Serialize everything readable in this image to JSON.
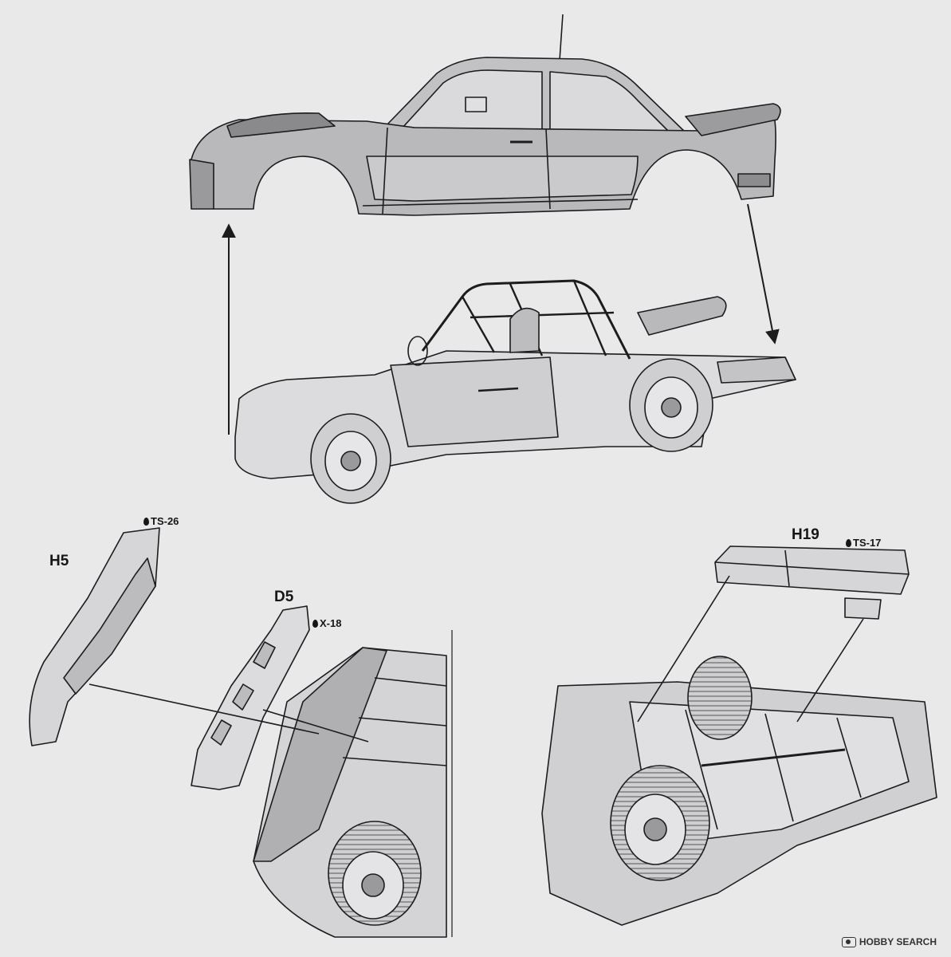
{
  "parts": [
    {
      "id": "h5",
      "label": "H5"
    },
    {
      "id": "d5",
      "label": "D5"
    },
    {
      "id": "h19",
      "label": "H19"
    }
  ],
  "paints": [
    {
      "id": "ts26",
      "label": "TS-26"
    },
    {
      "id": "x18",
      "label": "X-18"
    },
    {
      "id": "ts17",
      "label": "TS-17"
    }
  ],
  "watermark": {
    "text": "HOBBY SEARCH",
    "icon": "camera-icon"
  },
  "colors": {
    "line": "#1c1c1c",
    "body_fill": "#b9b9bb",
    "panel_fill": "#d4d4d6",
    "background": "#e9e9ea",
    "tire": "#cfcfd1"
  }
}
